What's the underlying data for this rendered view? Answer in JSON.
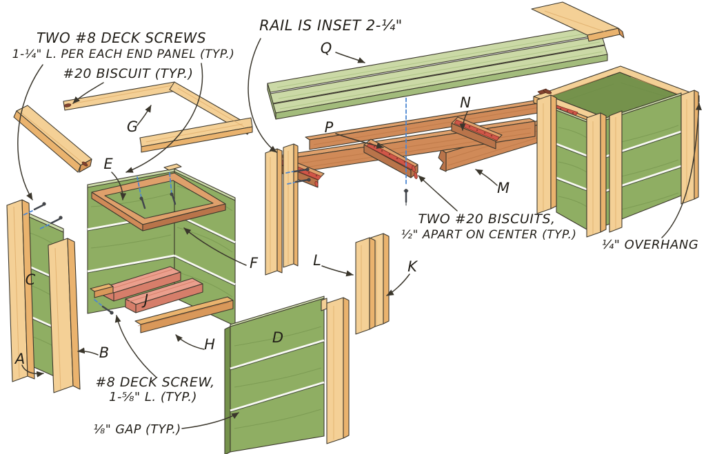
{
  "palette": {
    "bg": "#ffffff",
    "ink": "#3a362c",
    "text": "#211e18",
    "wood-light": "#f4d096",
    "wood-mid": "#eab36e",
    "wood-shade": "#d9985a",
    "green": "#8fae63",
    "green-dark": "#75924c",
    "green-edge": "#cddcab",
    "rail": "#d08a58",
    "rail-top": "#dfa06b",
    "rail-dark": "#b9744a",
    "seat": "#cbd9a6",
    "seat-dark": "#a3bc7c",
    "pink": "#eb9f8d",
    "pink-dark": "#d67e6a",
    "red-strip": "#d05648",
    "biscuit": "#83422f",
    "blue": "#4b86d2",
    "screw": "#41454c",
    "grain-green": "#6e8c47",
    "grain-wood": "#d8a35f",
    "grain-rail": "#b3703f",
    "grain-seat": "#a8bf7f"
  },
  "annotations": [
    {
      "id": "end-panel-screws",
      "lines": [
        "TWO #8 DECK SCREWS",
        "1-¼\" L. PER EACH END PANEL (TYP.)"
      ]
    },
    {
      "id": "biscuit-20",
      "lines": [
        "#20 BISCUIT (TYP.)"
      ]
    },
    {
      "id": "rail-inset",
      "lines": [
        "RAIL IS INSET 2-¼\""
      ]
    },
    {
      "id": "two-biscuits",
      "lines": [
        "TWO #20 BISCUITS,",
        "½\" APART ON CENTER (TYP.)"
      ]
    },
    {
      "id": "overhang",
      "lines": [
        "¼\" OVERHANG"
      ]
    },
    {
      "id": "deck-screw",
      "lines": [
        "#8 DECK SCREW,",
        "1-⅝\" L. (TYP.)"
      ]
    },
    {
      "id": "gap",
      "lines": [
        "⅛\" GAP (TYP.)"
      ]
    }
  ],
  "part_letters": [
    "A",
    "B",
    "C",
    "D",
    "E",
    "F",
    "G",
    "H",
    "J",
    "K",
    "L",
    "M",
    "N",
    "P",
    "Q"
  ]
}
